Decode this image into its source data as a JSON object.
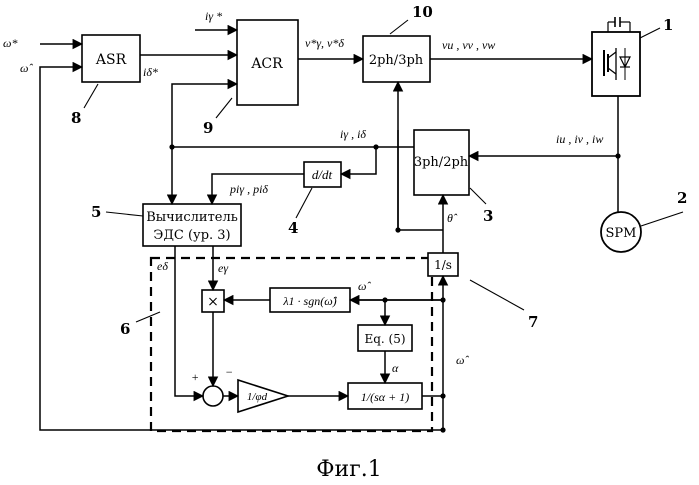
{
  "caption": "Фиг.1",
  "blocks": {
    "asr": {
      "label": "ASR",
      "number": "8"
    },
    "acr": {
      "label": "ACR",
      "number": "9"
    },
    "conv23": {
      "label": "2ph/3ph",
      "number": "10"
    },
    "inverter": {
      "number": "1"
    },
    "conv32": {
      "label": "3ph/2ph",
      "number": "3"
    },
    "motor": {
      "label": "SPM",
      "number": "2"
    },
    "ddt": {
      "label": "d/dt",
      "number": "4"
    },
    "emf": {
      "line1": "Вычислитель",
      "line2": "ЭДС (ур. 3)",
      "number": "5"
    },
    "observer": {
      "number": "6"
    },
    "integrator": {
      "label": "1/s",
      "number": "7"
    },
    "sgn": {
      "label": "λ1 · sgn(ω̂)"
    },
    "eq5": {
      "label": "Eq. (5)"
    },
    "multiplier": {
      "label": "×"
    },
    "gain": {
      "label": "1/φd"
    },
    "lpf": {
      "label": "1/(sα + 1)"
    }
  },
  "signals": {
    "omega_ref": "ω*",
    "omega_hat": "ω̂",
    "i_gamma_ref": "iγ *",
    "i_delta_ref": "iδ*",
    "v_refs": "v*γ, v*δ",
    "v_uvw": "vu , vv , vw",
    "i_uvw": "iu , iv , iw",
    "i_gd": "iγ , iδ",
    "pi_gd": "piγ , piδ",
    "theta_hat": "θ̂",
    "e_delta": "eδ",
    "e_gamma": "eγ",
    "alpha": "α",
    "plus": "+",
    "minus": "−"
  }
}
